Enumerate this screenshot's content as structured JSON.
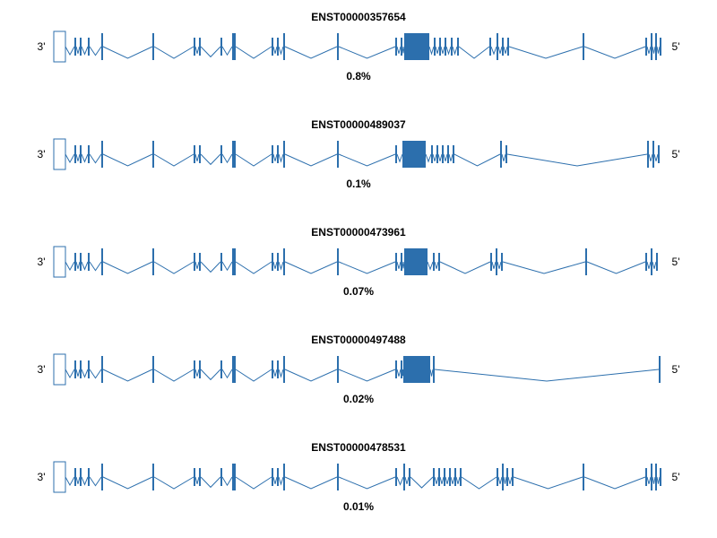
{
  "page": {
    "background_color": "#ffffff",
    "text_color": "#000000"
  },
  "chart_data": {
    "type": "table",
    "subtype": "transcript-isoform-structure-plot",
    "title": "",
    "accent_color": "#2c6fad",
    "left_label": "3'",
    "right_label": "5'",
    "legend_position": "none",
    "grid": false,
    "transcripts": [
      {
        "id": "ENST00000357654",
        "percent": "0.8%",
        "exons": [
          [
            5,
            13,
            34,
            0
          ],
          [
            28,
            2,
            20,
            1
          ],
          [
            34,
            2,
            20,
            1
          ],
          [
            43,
            2,
            20,
            1
          ],
          [
            58,
            2,
            30,
            1
          ],
          [
            115,
            2,
            30,
            1
          ],
          [
            161,
            2,
            20,
            1
          ],
          [
            167,
            2,
            20,
            1
          ],
          [
            191,
            2,
            20,
            1
          ],
          [
            204,
            4,
            30,
            1
          ],
          [
            248,
            2,
            20,
            1
          ],
          [
            254,
            2,
            20,
            1
          ],
          [
            261,
            2,
            30,
            1
          ],
          [
            321,
            2,
            30,
            1
          ],
          [
            386,
            2,
            20,
            1
          ],
          [
            392,
            2,
            20,
            1
          ],
          [
            396,
            28,
            30,
            1
          ],
          [
            429,
            2,
            20,
            1
          ],
          [
            435,
            2,
            20,
            1
          ],
          [
            441,
            2,
            20,
            1
          ],
          [
            448,
            2,
            20,
            1
          ],
          [
            455,
            2,
            20,
            1
          ],
          [
            491,
            2,
            20,
            1
          ],
          [
            499,
            2,
            30,
            1
          ],
          [
            505,
            2,
            20,
            1
          ],
          [
            511,
            2,
            20,
            1
          ],
          [
            595,
            2,
            30,
            1
          ],
          [
            665,
            2,
            20,
            1
          ],
          [
            671,
            2,
            30,
            1
          ],
          [
            676,
            2,
            30,
            1
          ],
          [
            681,
            2,
            20,
            1
          ]
        ]
      },
      {
        "id": "ENST00000489037",
        "percent": "0.1%",
        "exons": [
          [
            5,
            13,
            34,
            0
          ],
          [
            28,
            2,
            20,
            1
          ],
          [
            34,
            2,
            20,
            1
          ],
          [
            43,
            2,
            20,
            1
          ],
          [
            58,
            2,
            30,
            1
          ],
          [
            115,
            2,
            30,
            1
          ],
          [
            161,
            2,
            20,
            1
          ],
          [
            167,
            2,
            20,
            1
          ],
          [
            191,
            2,
            20,
            1
          ],
          [
            204,
            4,
            30,
            1
          ],
          [
            248,
            2,
            20,
            1
          ],
          [
            254,
            2,
            20,
            1
          ],
          [
            261,
            2,
            30,
            1
          ],
          [
            321,
            2,
            30,
            1
          ],
          [
            386,
            2,
            20,
            1
          ],
          [
            394,
            26,
            30,
            1
          ],
          [
            426,
            2,
            20,
            1
          ],
          [
            432,
            2,
            20,
            1
          ],
          [
            438,
            2,
            20,
            1
          ],
          [
            444,
            2,
            20,
            1
          ],
          [
            450,
            2,
            20,
            1
          ],
          [
            503,
            2,
            30,
            1
          ],
          [
            509,
            2,
            20,
            1
          ],
          [
            667,
            2,
            30,
            1
          ],
          [
            673,
            2,
            30,
            1
          ],
          [
            679,
            2,
            20,
            1
          ]
        ]
      },
      {
        "id": "ENST00000473961",
        "percent": "0.07%",
        "exons": [
          [
            5,
            13,
            34,
            0
          ],
          [
            28,
            2,
            20,
            1
          ],
          [
            34,
            2,
            20,
            1
          ],
          [
            43,
            2,
            20,
            1
          ],
          [
            58,
            2,
            30,
            1
          ],
          [
            115,
            2,
            30,
            1
          ],
          [
            161,
            2,
            20,
            1
          ],
          [
            167,
            2,
            20,
            1
          ],
          [
            191,
            2,
            20,
            1
          ],
          [
            204,
            4,
            30,
            1
          ],
          [
            248,
            2,
            20,
            1
          ],
          [
            254,
            2,
            20,
            1
          ],
          [
            261,
            2,
            30,
            1
          ],
          [
            321,
            2,
            30,
            1
          ],
          [
            386,
            2,
            20,
            1
          ],
          [
            392,
            2,
            20,
            1
          ],
          [
            396,
            26,
            30,
            1
          ],
          [
            428,
            2,
            20,
            1
          ],
          [
            434,
            2,
            20,
            1
          ],
          [
            492,
            2,
            20,
            1
          ],
          [
            498,
            2,
            30,
            1
          ],
          [
            504,
            2,
            20,
            1
          ],
          [
            598,
            2,
            30,
            1
          ],
          [
            665,
            2,
            20,
            1
          ],
          [
            671,
            2,
            30,
            1
          ],
          [
            677,
            2,
            20,
            1
          ]
        ]
      },
      {
        "id": "ENST00000497488",
        "percent": "0.02%",
        "exons": [
          [
            5,
            13,
            34,
            0
          ],
          [
            28,
            2,
            20,
            1
          ],
          [
            34,
            2,
            20,
            1
          ],
          [
            43,
            2,
            20,
            1
          ],
          [
            58,
            2,
            30,
            1
          ],
          [
            115,
            2,
            30,
            1
          ],
          [
            161,
            2,
            20,
            1
          ],
          [
            167,
            2,
            20,
            1
          ],
          [
            191,
            2,
            20,
            1
          ],
          [
            204,
            4,
            30,
            1
          ],
          [
            248,
            2,
            20,
            1
          ],
          [
            254,
            2,
            20,
            1
          ],
          [
            261,
            2,
            30,
            1
          ],
          [
            321,
            2,
            30,
            1
          ],
          [
            386,
            2,
            20,
            1
          ],
          [
            392,
            2,
            20,
            1
          ],
          [
            395,
            30,
            30,
            1
          ],
          [
            428,
            2,
            30,
            1
          ],
          [
            680,
            2,
            30,
            1
          ]
        ]
      },
      {
        "id": "ENST00000478531",
        "percent": "0.01%",
        "exons": [
          [
            5,
            13,
            34,
            0
          ],
          [
            28,
            2,
            20,
            1
          ],
          [
            34,
            2,
            20,
            1
          ],
          [
            43,
            2,
            20,
            1
          ],
          [
            58,
            2,
            30,
            1
          ],
          [
            115,
            2,
            30,
            1
          ],
          [
            161,
            2,
            20,
            1
          ],
          [
            167,
            2,
            20,
            1
          ],
          [
            191,
            2,
            20,
            1
          ],
          [
            204,
            4,
            30,
            1
          ],
          [
            248,
            2,
            20,
            1
          ],
          [
            254,
            2,
            20,
            1
          ],
          [
            261,
            2,
            30,
            1
          ],
          [
            321,
            2,
            30,
            1
          ],
          [
            386,
            2,
            20,
            1
          ],
          [
            395,
            2,
            30,
            1
          ],
          [
            401,
            2,
            20,
            1
          ],
          [
            428,
            2,
            20,
            1
          ],
          [
            434,
            2,
            20,
            1
          ],
          [
            440,
            2,
            20,
            1
          ],
          [
            446,
            2,
            20,
            1
          ],
          [
            452,
            2,
            20,
            1
          ],
          [
            458,
            2,
            20,
            1
          ],
          [
            499,
            2,
            20,
            1
          ],
          [
            505,
            2,
            30,
            1
          ],
          [
            510,
            2,
            20,
            1
          ],
          [
            516,
            2,
            20,
            1
          ],
          [
            595,
            2,
            30,
            1
          ],
          [
            665,
            2,
            20,
            1
          ],
          [
            671,
            2,
            30,
            1
          ],
          [
            676,
            2,
            30,
            1
          ],
          [
            681,
            2,
            20,
            1
          ]
        ]
      }
    ]
  }
}
